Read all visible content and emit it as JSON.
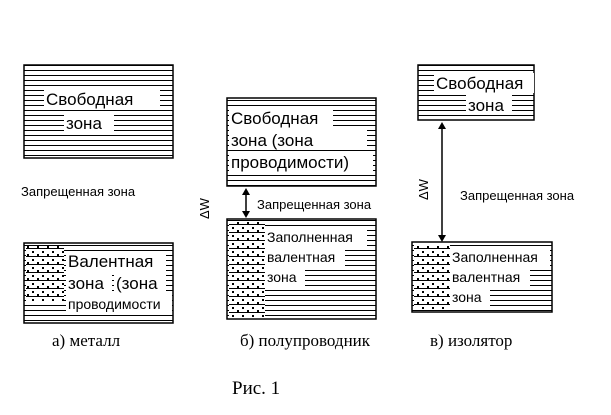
{
  "metal": {
    "free_zone": [
      "Свободная",
      "зона"
    ],
    "forbidden_zone": "Запрещенная зона",
    "valence_zone": [
      "Валентная",
      "зона",
      "(зона",
      "проводимости"
    ],
    "caption": "а) металл"
  },
  "semiconductor": {
    "free_zone": [
      "Свободная",
      "зона (зона",
      "проводимости)"
    ],
    "gap_symbol": "ΔW",
    "forbidden_zone": "Запрещенная зона",
    "filled_zone": [
      "Заполненная",
      "валентная",
      "зона"
    ],
    "caption": "б) полупроводник"
  },
  "insulator": {
    "free_zone": [
      "Свободная",
      "зона"
    ],
    "gap_symbol": "ΔW",
    "forbidden_zone": "Запрещенная зона",
    "filled_zone": [
      "Заполненная",
      "валентная",
      "зона"
    ],
    "caption": "в) изолятор"
  },
  "figure_label": "Рис. 1"
}
